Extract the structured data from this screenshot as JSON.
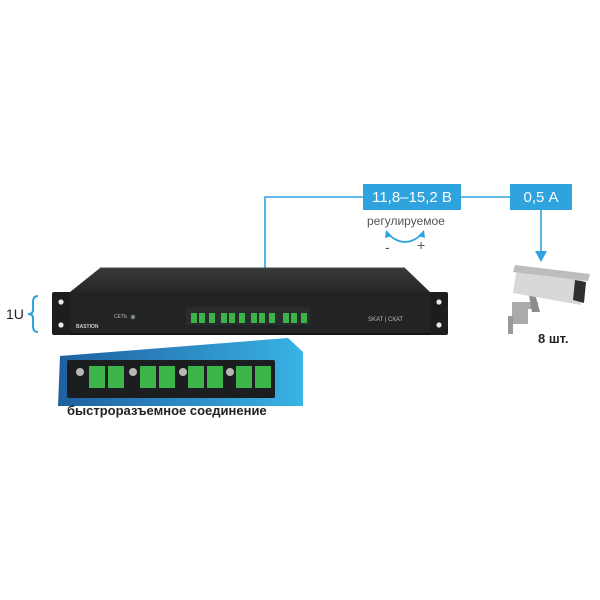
{
  "voltage_box": "11,8–15,2 В",
  "adjustable_label": "регулируемое",
  "minus_sign": "-",
  "plus_sign": "+",
  "current_box": "0,5 А",
  "camera_count": "8 шт.",
  "rack_unit": "1U",
  "quick_connect_label": "быстроразъемное соединение",
  "brand_logo": "BASTION",
  "network_label": "СЕТЬ",
  "model_logo": "SKAT | СКАТ",
  "colors": {
    "accent": "#2ea3dd",
    "device_body": "#222325",
    "terminal_green": "#3db44a",
    "zoom_gradient_dark": "#1f5f9e",
    "zoom_gradient_light": "#39b3e6"
  }
}
